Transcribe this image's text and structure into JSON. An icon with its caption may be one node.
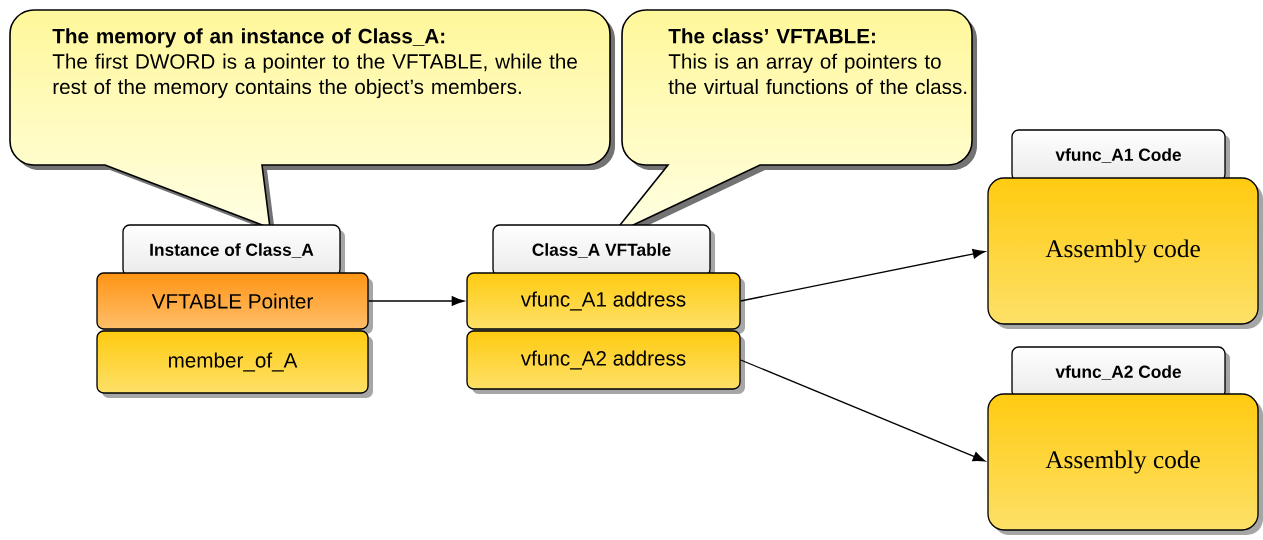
{
  "diagram": {
    "nodes": [
      {
        "text": [
          "The memory of an instance of Class_A:",
          "The first DWORD is a pointer to the VFTABLE, while the rest of the memory contains the object’s members."
        ]
      },
      {
        "text": [
          "The class’ VFTABLE:",
          "This is an array of pointers to the virtual functions of the class."
        ]
      },
      {
        "text": [
          "Instance of Class_A"
        ]
      },
      {
        "text": [
          "VFTABLE Pointer"
        ]
      },
      {
        "text": [
          "member_of_A"
        ]
      },
      {
        "text": [
          "Class_A VFTable"
        ]
      },
      {
        "text": [
          "vfunc_A1 address"
        ]
      },
      {
        "text": [
          "vfunc_A2 address"
        ]
      },
      {
        "text": [
          "vfunc_A1 Code"
        ]
      },
      {
        "text": [
          "Assembly code"
        ]
      },
      {
        "text": [
          "vfunc_A2 Code"
        ]
      },
      {
        "text": [
          "Assembly code"
        ]
      }
    ],
    "edges": [
      {
        "from": 3,
        "to": 6,
        "arrow": "to"
      },
      {
        "from": 6,
        "to": 9,
        "arrow": "to"
      },
      {
        "from": 7,
        "to": 11,
        "arrow": "to"
      }
    ]
  }
}
